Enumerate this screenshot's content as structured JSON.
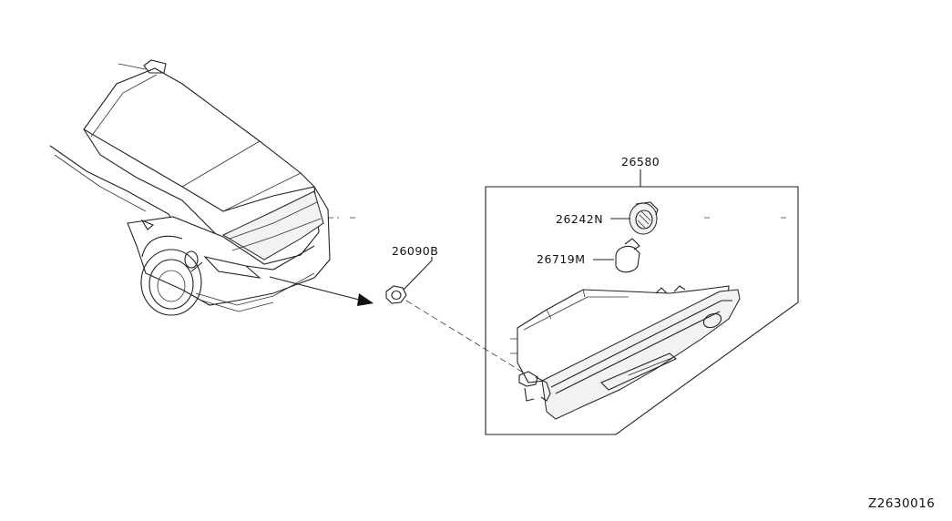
{
  "diagram": {
    "parts": [
      {
        "id": "part-26580",
        "number": "26580"
      },
      {
        "id": "part-26242N",
        "number": "26242N"
      },
      {
        "id": "part-26719M",
        "number": "26719M"
      },
      {
        "id": "part-26090B",
        "number": "26090B"
      }
    ],
    "illustration_code": "Z2630016"
  }
}
